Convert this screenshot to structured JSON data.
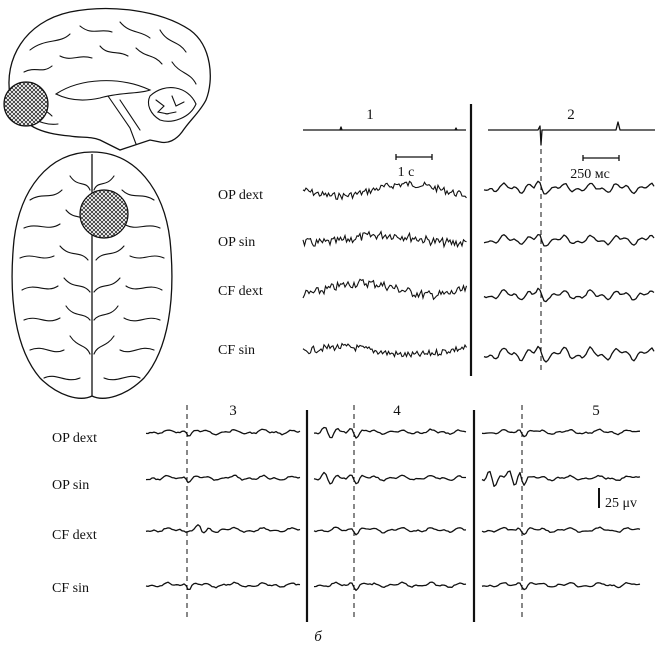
{
  "figure": {
    "caption": "б",
    "scale_time_long": "1 с",
    "scale_time_short": "250 мс",
    "scale_amplitude": "25 μv"
  },
  "panels": [
    {
      "id": "1",
      "label": "1"
    },
    {
      "id": "2",
      "label": "2"
    },
    {
      "id": "3",
      "label": "3"
    },
    {
      "id": "4",
      "label": "4"
    },
    {
      "id": "5",
      "label": "5"
    }
  ],
  "channels": [
    "OP  dext",
    "OP  sin",
    "CF dext",
    "CF sin"
  ],
  "icons": {
    "brain_sagittal": "brain-sagittal-icon",
    "brain_top": "brain-top-icon"
  }
}
